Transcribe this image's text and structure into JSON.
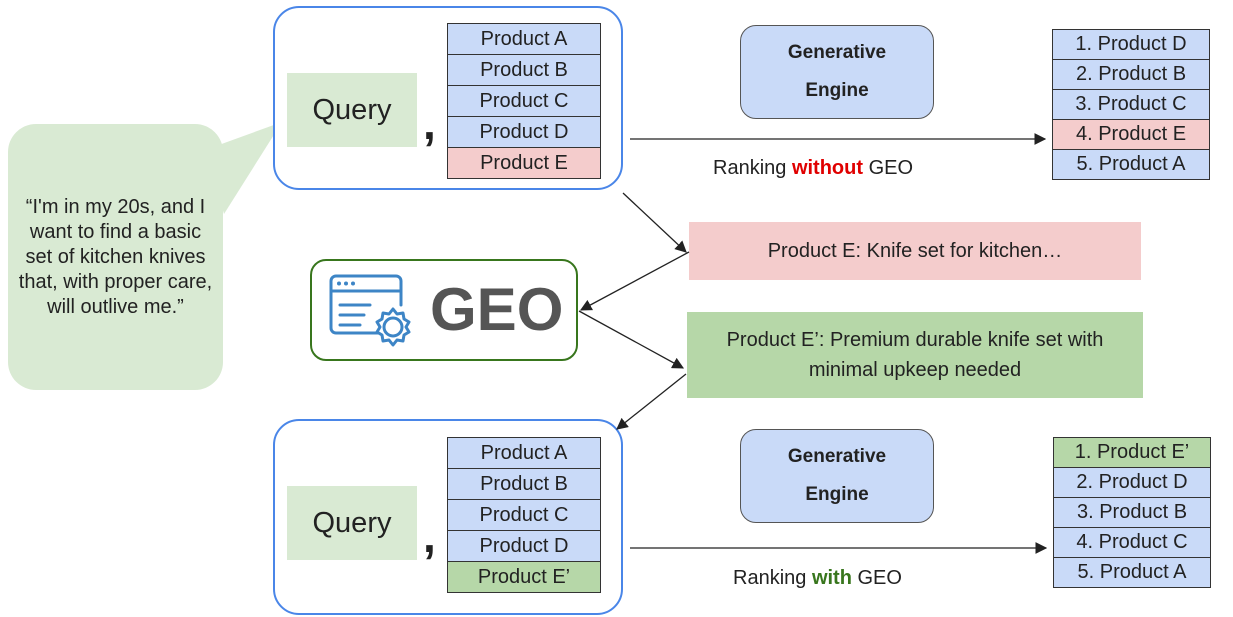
{
  "speech_bubble": {
    "text": "“I'm in my 20s, and I want to find a basic set of kitchen knives that, with proper care, will outlive me.”"
  },
  "query_label": "Query",
  "comma": ",",
  "top_row": {
    "products": [
      "Product A",
      "Product B",
      "Product C",
      "Product D",
      "Product E"
    ],
    "engine": {
      "line1": "Generative",
      "line2": "Engine"
    },
    "caption": {
      "before": "Ranking ",
      "highlight": "without",
      "after": " GEO"
    },
    "ranking": [
      "1. Product D",
      "2. Product B",
      "3. Product C",
      "4. Product E",
      "5. Product A"
    ]
  },
  "middle": {
    "original_description": "Product E: Knife set for kitchen…",
    "optimized_description": "Product E’: Premium durable knife set with minimal upkeep needed",
    "geo_label": "GEO"
  },
  "bottom_row": {
    "products": [
      "Product A",
      "Product B",
      "Product C",
      "Product D",
      "Product E’"
    ],
    "engine": {
      "line1": "Generative",
      "line2": "Engine"
    },
    "caption": {
      "before": "Ranking ",
      "highlight": "with",
      "after": " GEO"
    },
    "ranking": [
      "1. Product E’",
      "2. Product D",
      "3. Product B",
      "4. Product C",
      "5. Product A"
    ]
  },
  "colors": {
    "frame_blue": "#4a86e8",
    "product_blue": "#c9daf8",
    "highlight_red": "#f4cccc",
    "highlight_green": "#b6d7a8",
    "query_green": "#d9ead3",
    "geo_green": "#38761d",
    "without_red": "#e00000",
    "with_green": "#38761d"
  }
}
